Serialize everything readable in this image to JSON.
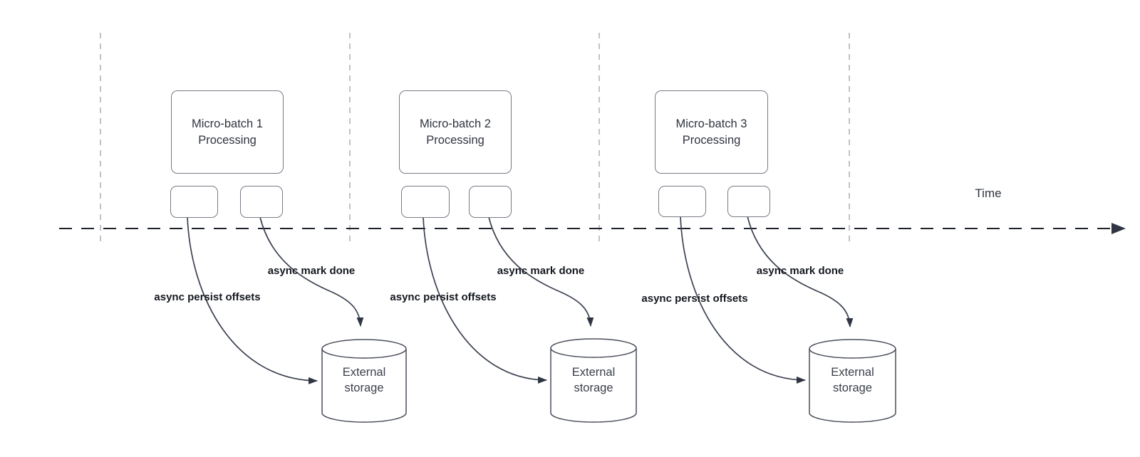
{
  "timeline": {
    "label": "Time"
  },
  "batches": [
    {
      "title": "Micro-batch 1 Processing",
      "persist_label": "async persist offsets",
      "done_label": "async mark done",
      "storage_label": "External storage"
    },
    {
      "title": "Micro-batch 2 Processing",
      "persist_label": "async persist offsets",
      "done_label": "async mark done",
      "storage_label": "External storage"
    },
    {
      "title": "Micro-batch 3 Processing",
      "persist_label": "async persist offsets",
      "done_label": "async mark done",
      "storage_label": "External storage"
    }
  ],
  "colors": {
    "background": "#ffffff",
    "grid_line": "#b3b3b3",
    "timeline_line": "#1d212b",
    "arrow": "#3b4250",
    "arrowhead": "#2f3542",
    "node_border": "#767b85",
    "cylinder_border": "#4a4f5a",
    "node_text": "#2f343f",
    "label_text": "#14181f"
  }
}
